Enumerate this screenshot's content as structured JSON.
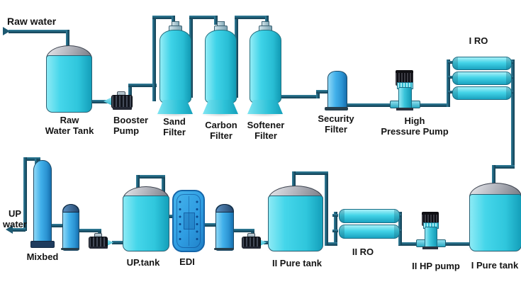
{
  "streams": {
    "raw_water_in": "Raw water",
    "up_water_out": "UP\nwater"
  },
  "equipment": {
    "raw_water_tank": "Raw\nWater Tank",
    "booster_pump": "Booster\nPump",
    "sand_filter": "Sand\nFilter",
    "carbon_filter": "Carbon\nFilter",
    "softener_filter": "Softener\nFilter",
    "security_filter": "Security\nFilter",
    "high_pressure_pump": "High\nPressure Pump",
    "ro_stage_1": "I RO",
    "pure_tank_1": "I Pure tank",
    "hp_pump_2": "II HP pump",
    "ro_stage_2": "II RO",
    "pure_tank_2": "II Pure tank",
    "edi_module": "EDI",
    "up_tank": "UP.tank",
    "mixbed": "Mixbed"
  },
  "process_flow": {
    "top_line": [
      "Raw water",
      "Raw Water Tank",
      "Booster Pump",
      "Sand Filter",
      "Carbon Filter",
      "Softener Filter",
      "Security Filter",
      "High Pressure Pump",
      "I RO"
    ],
    "bottom_line": [
      "I RO",
      "I Pure tank",
      "II HP pump",
      "II RO",
      "II Pure tank",
      "EDI",
      "UP.tank",
      "Mixbed",
      "UP water"
    ]
  },
  "colors": {
    "background": "#ffffff",
    "tank_cyan": "#3ed3e8",
    "vessel_blue": "#38a9e6",
    "edi_blue": "#2f9de2",
    "dome_gray": "#a9abb3",
    "pipe_teal": "#1d5971",
    "pump_dark": "#14161c",
    "label_text": "#151515"
  }
}
